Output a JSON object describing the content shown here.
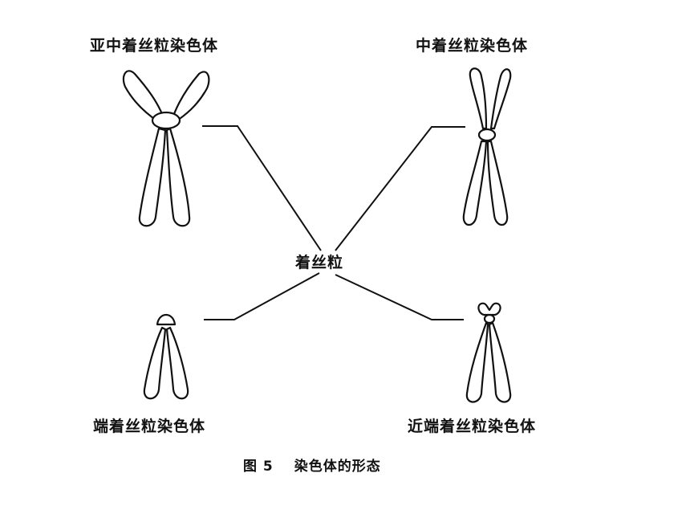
{
  "diagram": {
    "labels": {
      "submetacentric": "亚中着丝粒染色体",
      "metacentric": "中着丝粒染色体",
      "centromere": "着丝粒",
      "telocentric": "端着丝粒染色体",
      "acrocentric": "近端着丝粒染色体"
    },
    "caption": {
      "figure_number": "图 5",
      "title": "染色体的形态"
    }
  }
}
